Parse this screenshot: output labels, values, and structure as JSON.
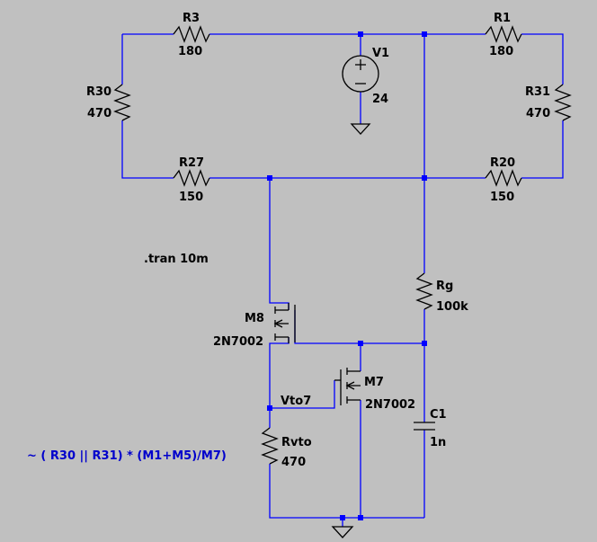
{
  "components": {
    "R3": {
      "name": "R3",
      "value": "180"
    },
    "R1": {
      "name": "R1",
      "value": "180"
    },
    "V1": {
      "name": "V1",
      "value": "24"
    },
    "R30": {
      "name": "R30",
      "value": "470"
    },
    "R31": {
      "name": "R31",
      "value": "470"
    },
    "R27": {
      "name": "R27",
      "value": "150"
    },
    "R20": {
      "name": "R20",
      "value": "150"
    },
    "Rg": {
      "name": "Rg",
      "value": "100k"
    },
    "M8": {
      "name": "M8",
      "value": "2N7002"
    },
    "M7": {
      "name": "M7",
      "value": "2N7002"
    },
    "C1": {
      "name": "C1",
      "value": "1n"
    },
    "Rvto": {
      "name": "Rvto",
      "value": "470"
    }
  },
  "net_labels": {
    "vto7": "Vto7"
  },
  "directives": {
    "tran": ".tran 10m",
    "comment": "~ ( R30 || R31) * (M1+M5)/M7)"
  },
  "colors": {
    "background": "#c0c0c0",
    "wire": "#0000ff",
    "component": "#000000",
    "comment": "#0000cc"
  }
}
